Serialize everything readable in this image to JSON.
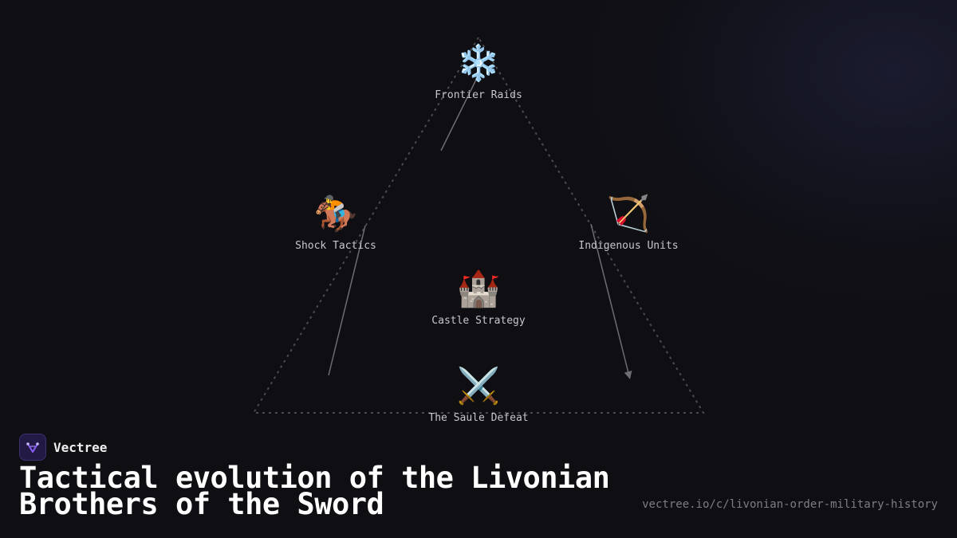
{
  "diagram": {
    "nodes": {
      "frontier_raids": {
        "icon": "❄️",
        "label": "Frontier Raids"
      },
      "shock_tactics": {
        "icon": "🏇",
        "label": "Shock Tactics"
      },
      "indigenous_units": {
        "icon": "🏹",
        "label": "Indigenous Units"
      },
      "castle_strategy": {
        "icon": "🏰",
        "label": "Castle Strategy"
      },
      "saule_defeat": {
        "icon": "⚔️",
        "label": "The Saule Defeat"
      }
    }
  },
  "brand": {
    "name": "Vectree",
    "accent": "#8b5cf6"
  },
  "title": "Tactical evolution of the Livonian Brothers of the Sword",
  "url": "vectree.io/c/livonian-order-military-history"
}
